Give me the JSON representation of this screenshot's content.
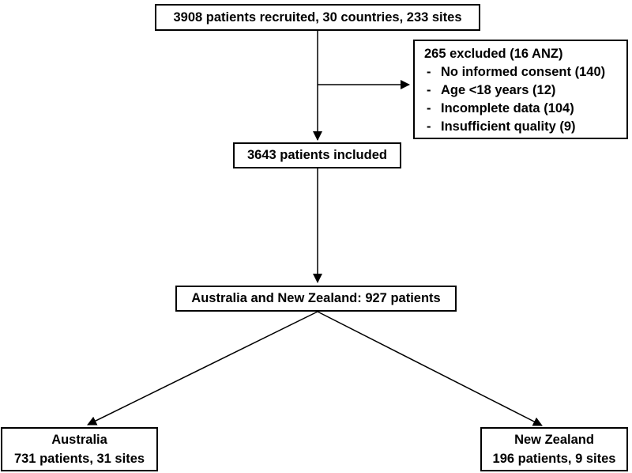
{
  "colors": {
    "background": "#ffffff",
    "line": "#000000",
    "box_border": "#000000",
    "text": "#000000"
  },
  "diagram": {
    "recruited_box": {
      "label": "3908 patients recruited, 30 countries, 233 sites"
    },
    "excluded_box": {
      "title": "265 excluded (16 ANZ)",
      "bullet": "-",
      "items": [
        "No informed consent (140)",
        "Age <18 years (12)",
        "Incomplete data (104)",
        "Insufficient quality (9)"
      ]
    },
    "included_box": {
      "label": "3643 patients included"
    },
    "anz_box": {
      "label": "Australia and New Zealand: 927 patients"
    },
    "australia_box": {
      "line1": "Australia",
      "line2": "731 patients, 31 sites"
    },
    "new_zealand_box": {
      "line1": "New Zealand",
      "line2": "196 patients, 9 sites"
    }
  }
}
